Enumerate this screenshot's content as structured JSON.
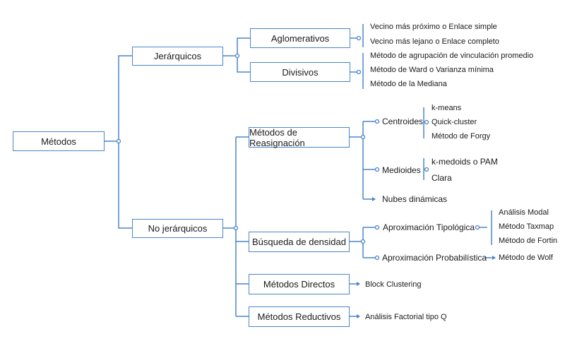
{
  "diagram": {
    "line_color": "#4a86c8",
    "root": "Métodos",
    "jerarquicos": {
      "label": "Jerárquicos",
      "aglomerativos": {
        "label": "Aglomerativos",
        "items": [
          "Vecino más próximo o Enlace simple",
          "Vecino más lejano o Enlace completo"
        ]
      },
      "divisivos": {
        "label": "Divisivos"
      },
      "shared_items": [
        "Método de agrupación de vinculación promedio",
        "Método de Ward o Varianza mínima",
        "Método de la Mediana"
      ]
    },
    "no_jerarquicos": {
      "label": "No jerárquicos",
      "reasignacion": {
        "label": "Métodos de Reasignación",
        "centroides": {
          "label": "Centroides",
          "items": [
            "k-means",
            "Quick-cluster",
            "Método de Forgy"
          ]
        },
        "medioides": {
          "label": "Medioides",
          "items": [
            "k-medoids o PAM",
            "Clara"
          ]
        },
        "nubes": "Nubes dinámicas"
      },
      "densidad": {
        "label": "Búsqueda de densidad",
        "tipologica": {
          "label": "Aproximación Tipológica",
          "items": [
            "Análisis Modal",
            "Método Taxmap",
            "Método de Fortin"
          ]
        },
        "probabilistica": {
          "label": "Aproximación Probabilística",
          "items": [
            "Método de Wolf"
          ]
        }
      },
      "directos": {
        "label": "Métodos Directos",
        "items": [
          "Block Clustering"
        ]
      },
      "reductivos": {
        "label": "Métodos Reductivos",
        "items": [
          "Análisis Factorial tipo Q"
        ]
      }
    }
  }
}
